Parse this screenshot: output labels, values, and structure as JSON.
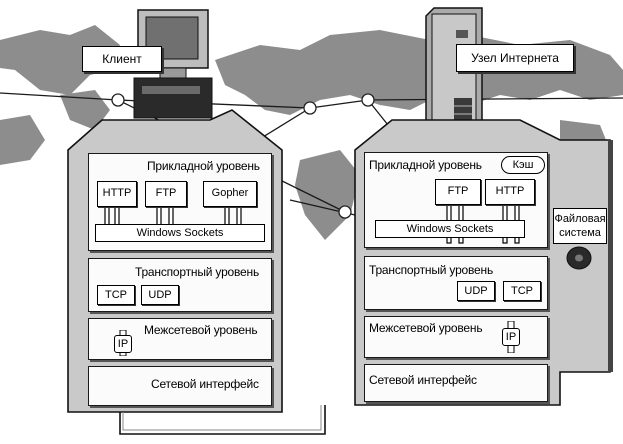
{
  "client": {
    "label": "Клиент",
    "layers": {
      "application": "Прикладной уровень",
      "transport": "Транспортный уровень",
      "internet": "Межсетевой уровень",
      "network": "Сетевой интерфейс"
    },
    "app_protocols": [
      "HTTP",
      "FTP",
      "Gopher"
    ],
    "sockets": "Windows Sockets",
    "transport_protocols": [
      "TCP",
      "UDP"
    ],
    "ip": "IP"
  },
  "server": {
    "label": "Узел Интернета",
    "layers": {
      "application": "Прикладной уровень",
      "transport": "Транспортный уровень",
      "internet": "Межсетевой уровень",
      "network": "Сетевой интерфейс"
    },
    "cache": "Кэш",
    "app_protocols": [
      "FTP",
      "HTTP"
    ],
    "sockets": "Windows Sockets",
    "transport_protocols": [
      "UDP",
      "TCP"
    ],
    "ip": "IP",
    "file_system": [
      "Файловая",
      "система"
    ]
  }
}
